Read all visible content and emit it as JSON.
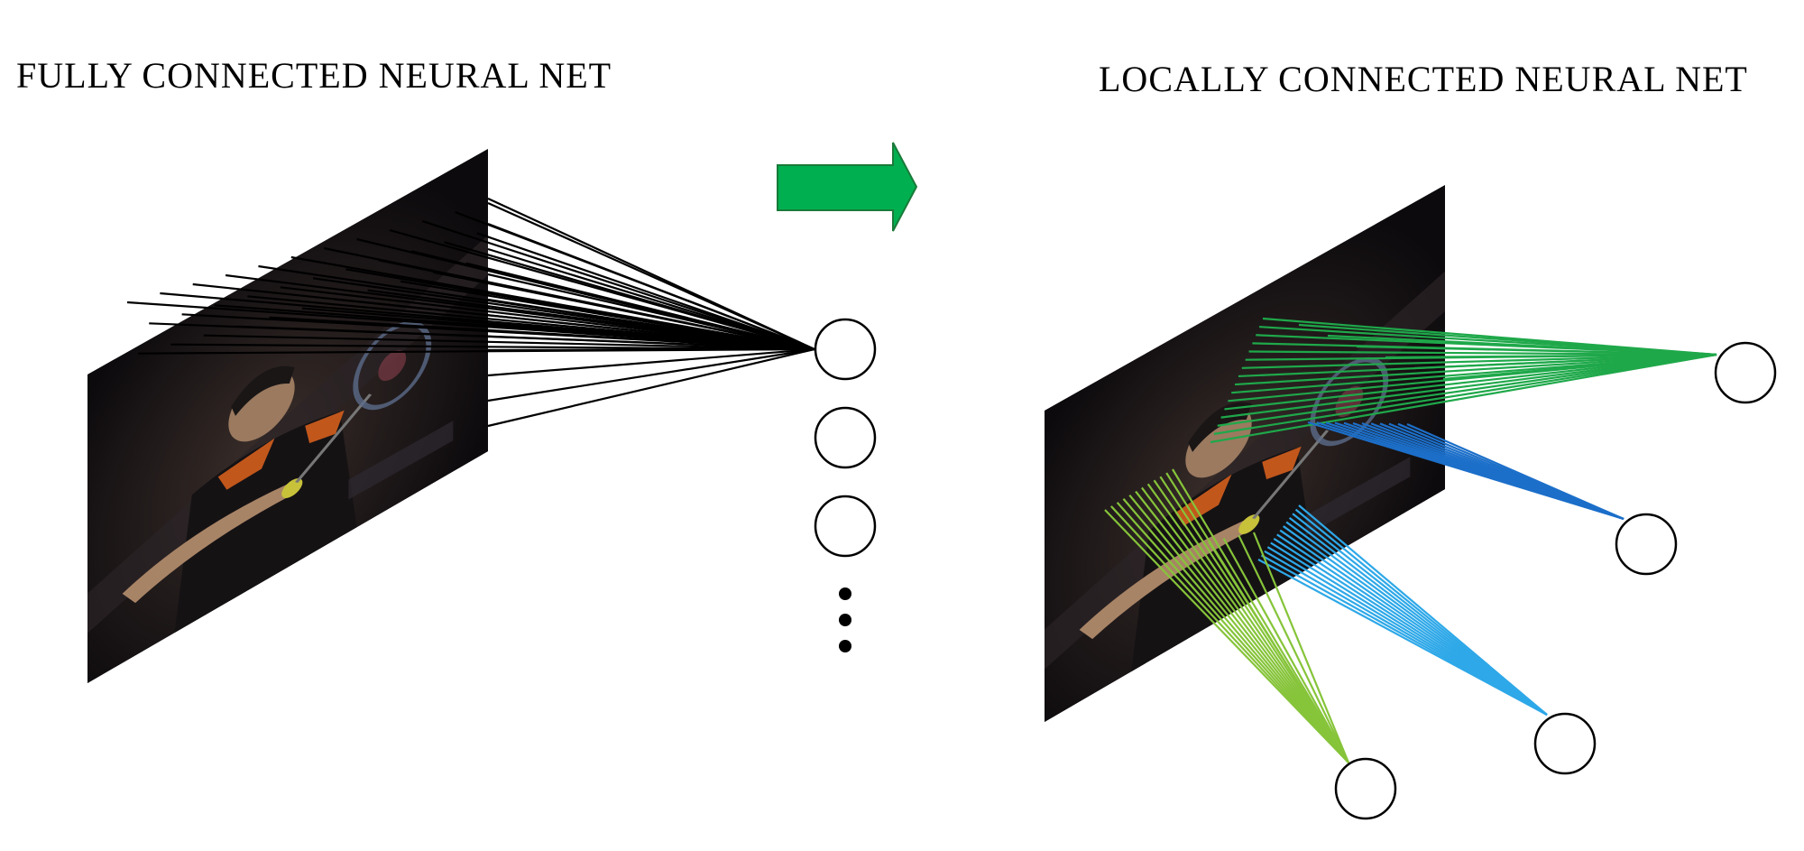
{
  "titles": {
    "fully_connected": "FULLY CONNECTED NEURAL NET",
    "locally_connected": "LOCALLY CONNECTED NEURAL NET"
  },
  "image_subject": "badminton-player-photo",
  "colors": {
    "background": "#ffffff",
    "fully_connected_lines": "#000000",
    "arrow": "#00b050",
    "arrow_outline": "#1a7a3a",
    "local_group_1": "#1fa84a",
    "local_group_2": "#1c6fc9",
    "local_group_3": "#2ea8e8",
    "local_group_4": "#86c43a"
  },
  "icons": [
    "transition-arrow",
    "neuron",
    "ellipsis-dots"
  ]
}
